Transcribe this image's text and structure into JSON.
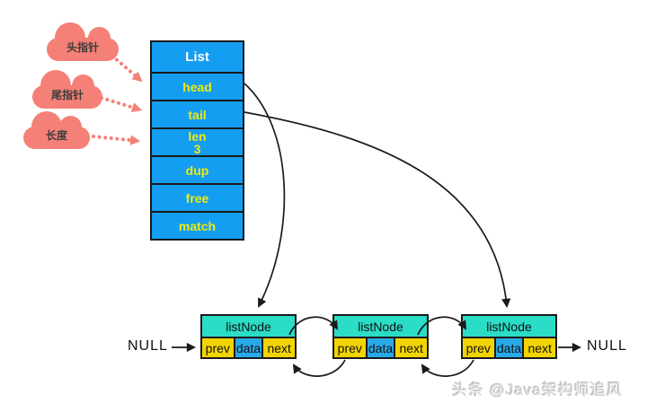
{
  "clouds": [
    {
      "label": "头指针"
    },
    {
      "label": "尾指针"
    },
    {
      "label": "长度"
    }
  ],
  "list_box": {
    "title": "List",
    "rows": [
      {
        "label": "head"
      },
      {
        "label": "tail"
      },
      {
        "label": "len",
        "value": "3"
      },
      {
        "label": "dup"
      },
      {
        "label": "free"
      },
      {
        "label": "match"
      }
    ]
  },
  "nodes": [
    {
      "title": "listNode",
      "cells": [
        "prev",
        "data",
        "next"
      ]
    },
    {
      "title": "listNode",
      "cells": [
        "prev",
        "data",
        "next"
      ]
    },
    {
      "title": "listNode",
      "cells": [
        "prev",
        "data",
        "next"
      ]
    }
  ],
  "labels": {
    "null_left": "NULL",
    "null_right": "NULL",
    "watermark": "头条 @Java架构师追风"
  },
  "colors": {
    "list_blue": "#149EF2",
    "node_teal": "#2BDCC6",
    "cell_yellow": "#F2D402",
    "cell_blue": "#29A9E8",
    "row_label_yellow": "#EFEB0E",
    "cloud_salmon": "#F58077",
    "arrow_black": "#1a1a1a"
  }
}
